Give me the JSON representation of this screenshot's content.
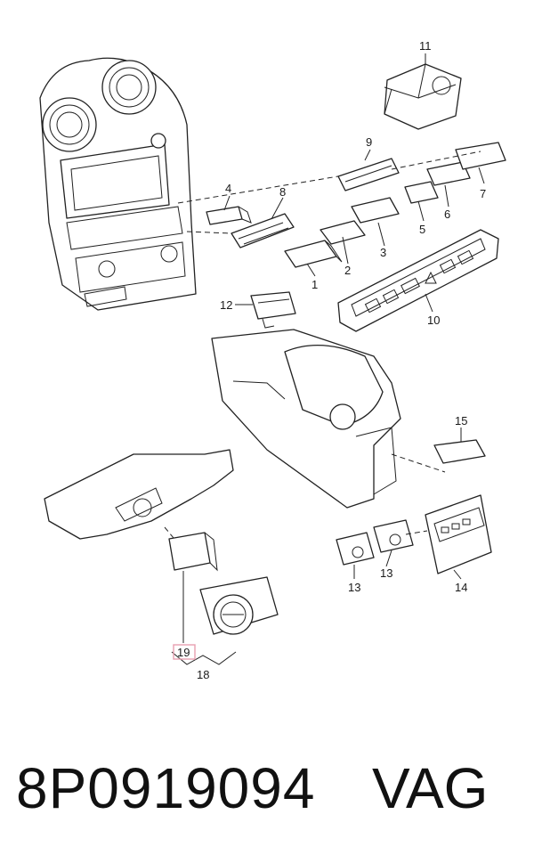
{
  "callouts": {
    "c1": "1",
    "c2": "2",
    "c3": "3",
    "c4": "4",
    "c5": "5",
    "c6": "6",
    "c7": "7",
    "c8": "8",
    "c9": "9",
    "c10": "10",
    "c11": "11",
    "c12": "12",
    "c13a": "13",
    "c13b": "13",
    "c14": "14",
    "c15": "15",
    "c18": "18",
    "c19": "19"
  },
  "footer": {
    "part_number": "8P0919094",
    "brand": "VAG"
  },
  "colors": {
    "line": "#222222",
    "highlight": "#e8a0b0",
    "background": "#ffffff"
  }
}
